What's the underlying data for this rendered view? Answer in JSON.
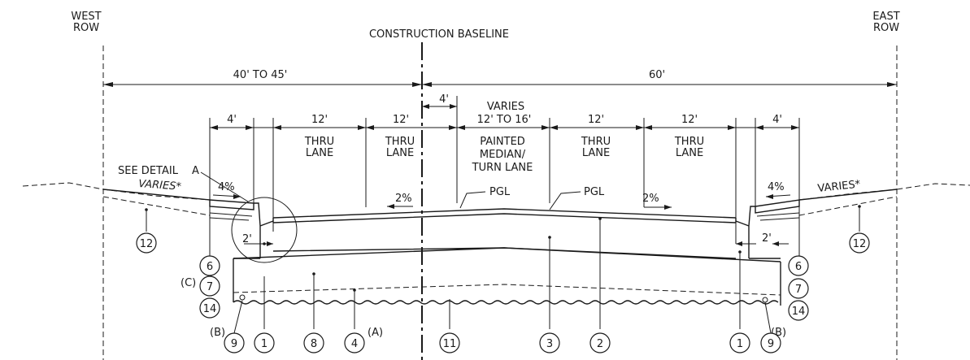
{
  "row": {
    "west": [
      "WEST",
      "ROW"
    ],
    "east": [
      "EAST",
      "ROW"
    ]
  },
  "baseline_label": "CONSTRUCTION BASELINE",
  "dims": {
    "west_width": "40' TO 45'",
    "east_width": "60'",
    "sidewalk_w": "4'",
    "sidewalk_e": "4'",
    "lane_w1": "12'",
    "lane_w2": "12'",
    "offset": "4'",
    "median_varies": "VARIES",
    "median_range": "12' TO 16'",
    "lane_e1": "12'",
    "lane_e2": "12'",
    "gutter_w": "2'",
    "gutter_e": "2'"
  },
  "lanes": {
    "w1": [
      "THRU",
      "LANE"
    ],
    "w2": [
      "THRU",
      "LANE"
    ],
    "median": [
      "PAINTED",
      "MEDIAN/",
      "TURN LANE"
    ],
    "e1": [
      "THRU",
      "LANE"
    ],
    "e2": [
      "THRU",
      "LANE"
    ]
  },
  "see_detail": "SEE DETAIL",
  "detail_letter": "A",
  "slopes": {
    "sw_w": "4%",
    "sw_e": "4%",
    "pave_w": "2%",
    "pave_e": "2%"
  },
  "varies_w": "VARIES*",
  "varies_e": "VARIES*",
  "pgl": [
    "PGL",
    "PGL"
  ],
  "notes": {
    "c": "(C)",
    "b_w": "(B)",
    "b_e": "(B)",
    "a": "(A)"
  },
  "bubbles": {
    "w12": "12",
    "e12": "12",
    "w6": "6",
    "w7": "7",
    "w14": "14",
    "e6": "6",
    "e7": "7",
    "e14": "14",
    "w9": "9",
    "w1": "1",
    "w8": "8",
    "w4": "4",
    "c11": "11",
    "c3": "3",
    "c2": "2",
    "e1": "1",
    "e9": "9"
  }
}
